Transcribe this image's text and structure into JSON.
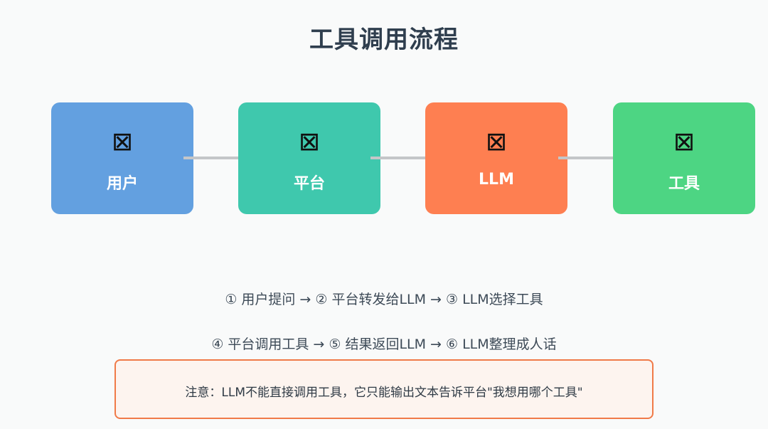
{
  "title": "工具调用流程",
  "nodes": [
    {
      "icon": "⊠",
      "label": "用户",
      "color": "#63a0e0"
    },
    {
      "icon": "⊠",
      "label": "平台",
      "color": "#3fc8ad"
    },
    {
      "icon": "⊠",
      "label": "LLM",
      "color": "#fe7f51"
    },
    {
      "icon": "⊠",
      "label": "工具",
      "color": "#4dd583"
    }
  ],
  "arrow_color": "#c4c6c8",
  "steps": [
    "① 用户提问 → ② 平台转发给LLM → ③ LLM选择工具",
    "④ 平台调用工具 → ⑤ 结果返回LLM → ⑥ LLM整理成人话"
  ],
  "note": {
    "text": "注意：LLM不能直接调用工具，它只能输出文本告诉平台\"我想用哪个工具\"",
    "border_color": "#f07a48"
  }
}
